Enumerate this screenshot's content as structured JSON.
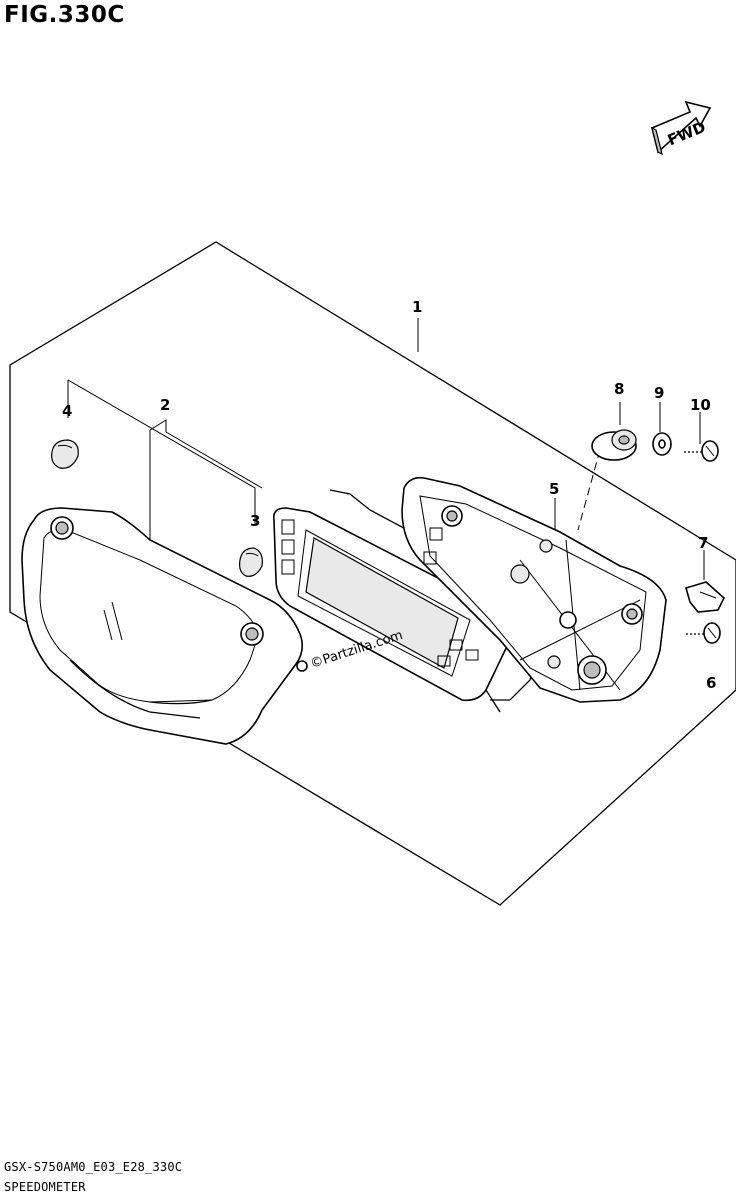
{
  "figure": {
    "title": "FIG.330C",
    "direction_label": "FWD",
    "watermark": "©Partzilla.com"
  },
  "callouts": [
    {
      "id": "1",
      "label": "1"
    },
    {
      "id": "2",
      "label": "2"
    },
    {
      "id": "3",
      "label": "3"
    },
    {
      "id": "4",
      "label": "4"
    },
    {
      "id": "5",
      "label": "5"
    },
    {
      "id": "6",
      "label": "6"
    },
    {
      "id": "7",
      "label": "7"
    },
    {
      "id": "8",
      "label": "8"
    },
    {
      "id": "9",
      "label": "9"
    },
    {
      "id": "10",
      "label": "10"
    }
  ],
  "footer": {
    "code": "GSX-S750AM0_E03_E28_330C",
    "name": "SPEEDOMETER"
  },
  "colors": {
    "ink": "#000000",
    "background": "#ffffff",
    "shade": "#e9e9e9"
  }
}
